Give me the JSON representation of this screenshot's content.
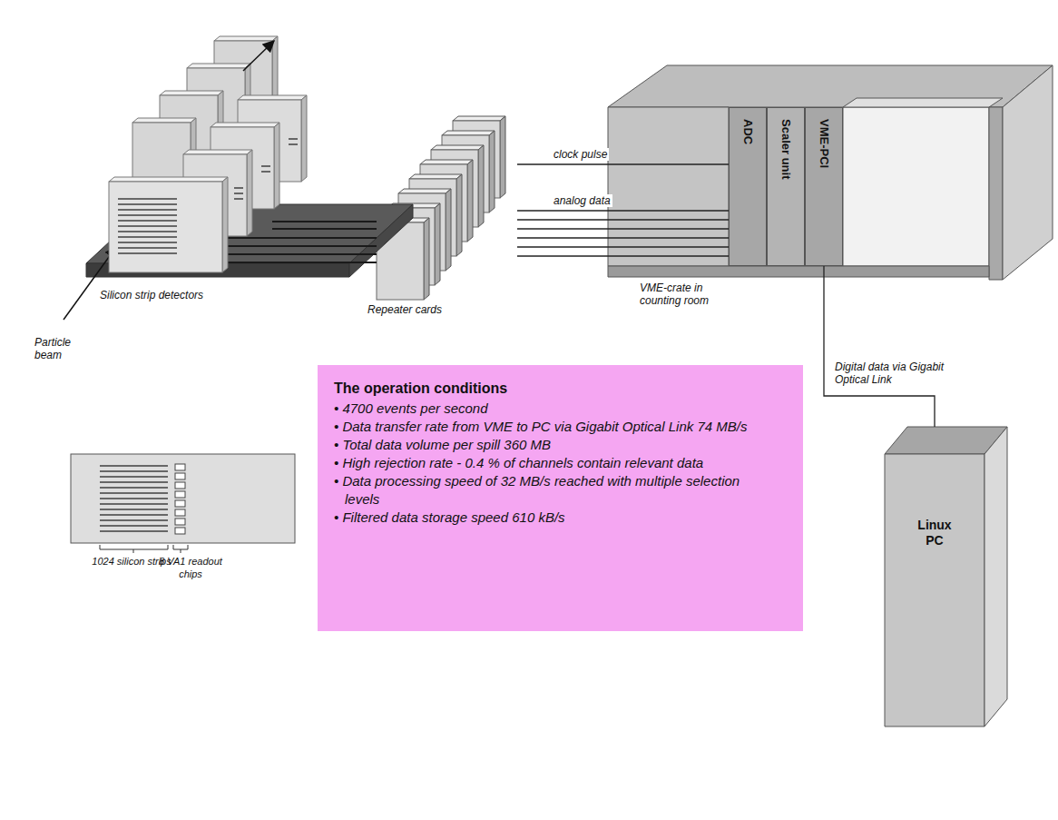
{
  "diagram": {
    "nodes": [
      {
        "text": [
          "Repeater cards"
        ]
      },
      {
        "text": [
          "VME-crate in counting room"
        ]
      },
      {
        "text": [
          "ADC"
        ],
        "in": 1
      },
      {
        "text": [
          "Scaler unit"
        ],
        "in": 1
      },
      {
        "text": [
          "VME-PCI"
        ],
        "in": 1
      },
      {
        "text": [
          "The operation conditions",
          "• 4700 events per second",
          "• Data transfer rate from VME to PC via Gigabit Optical Link 74 MB/s",
          "• Total data volume per spill 360 MB",
          "• High rejection rate - 0.4 % of channels contain relevant data",
          "• Data processing speed of 32 MB/s reached with multiple selection levels",
          "• Filtered data storage speed 610 kB/s"
        ]
      },
      {
        "text": [
          "Linux PC"
        ]
      }
    ],
    "edges": [
      {
        "from": 0,
        "to": 2,
        "label": "clock pulse",
        "arrow": "none"
      },
      {
        "from": 0,
        "to": 2,
        "label": "analog data",
        "arrow": "none"
      },
      {
        "from": 0,
        "to": 2,
        "arrow": "none"
      },
      {
        "from": 0,
        "to": 2,
        "arrow": "none"
      },
      {
        "from": 0,
        "to": 2,
        "arrow": "none"
      },
      {
        "from": 0,
        "to": 2,
        "arrow": "none"
      },
      {
        "from": 0,
        "to": 2,
        "arrow": "none"
      },
      {
        "from": 4,
        "to": 6,
        "label": "Digital data via Gigabit Optical Link",
        "arrow": "none"
      }
    ],
    "labels": [
      "Particle beam",
      "Silicon strip detectors",
      "1024 silicon strips",
      "8 VA1 readout chips"
    ]
  }
}
